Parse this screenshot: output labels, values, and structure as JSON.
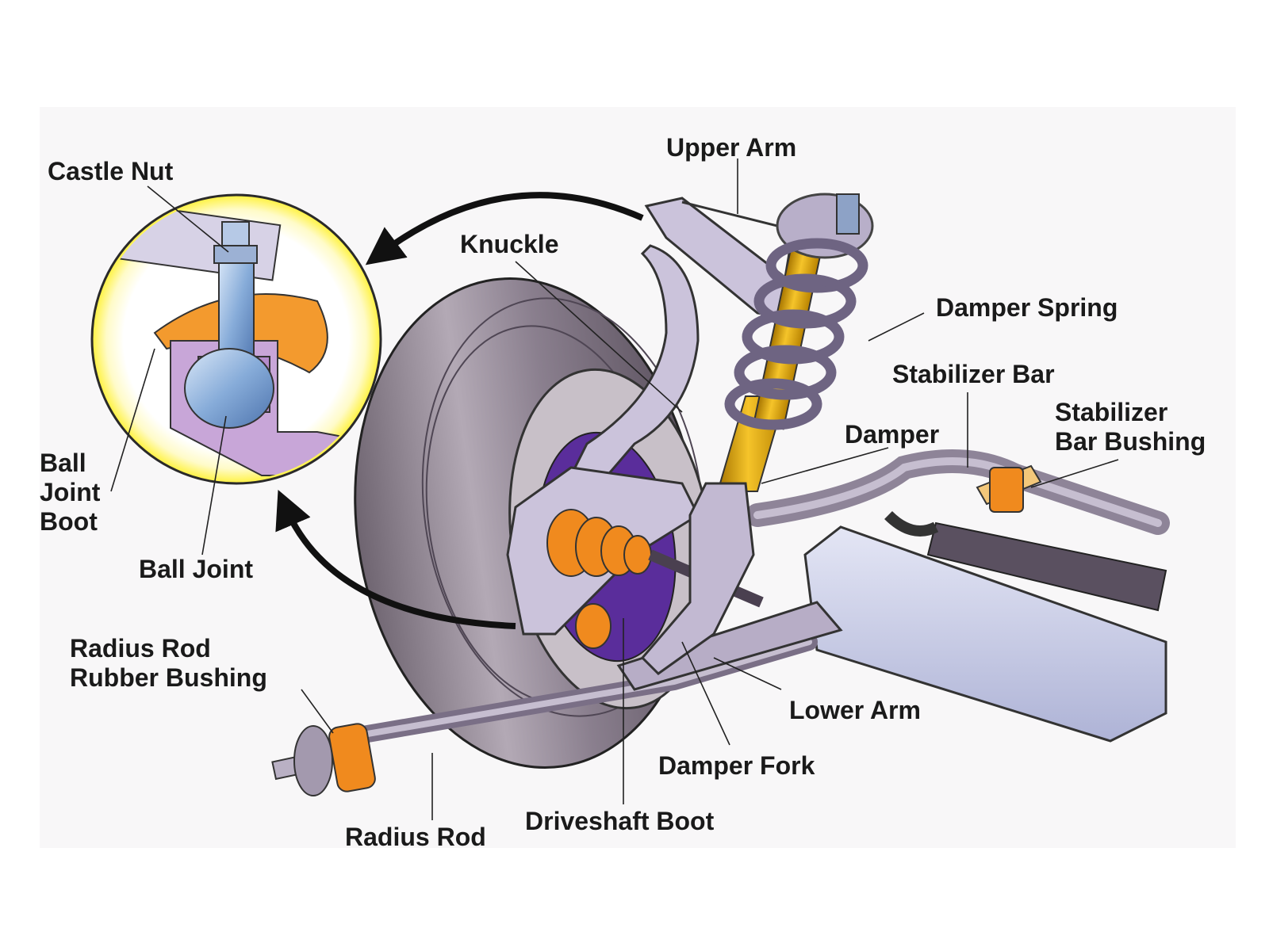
{
  "labels": {
    "castle_nut": "Castle Nut",
    "upper_arm": "Upper Arm",
    "knuckle": "Knuckle",
    "damper_spring": "Damper Spring",
    "stabilizer_bar": "Stabilizer Bar",
    "stabilizer_bar_bushing": [
      "Stabilizer",
      "Bar Bushing"
    ],
    "damper": "Damper",
    "ball_joint_boot": [
      "Ball",
      "Joint",
      "Boot"
    ],
    "ball_joint": "Ball Joint",
    "radius_rod_rubber_bushing": [
      "Radius Rod",
      "Rubber Bushing"
    ],
    "lower_arm": "Lower Arm",
    "damper_fork": "Damper Fork",
    "driveshaft_boot": "Driveshaft Boot",
    "radius_rod": "Radius Rod"
  },
  "colors": {
    "tire": "#8c8290",
    "tire_dark": "#4f4654",
    "metal": "#c7bfd6",
    "metal_dark": "#8d80a3",
    "spring_metal": "#a99fbe",
    "strut_yellow": "#e3ad12",
    "boot_orange": "#f08a1e",
    "hub_purple": "#5a2d9b",
    "inset_glow": "#fff24a",
    "inset_blue": "#8fb3de",
    "frame": "#ccd0ea",
    "leader": "#222222",
    "arrow": "#111111"
  }
}
